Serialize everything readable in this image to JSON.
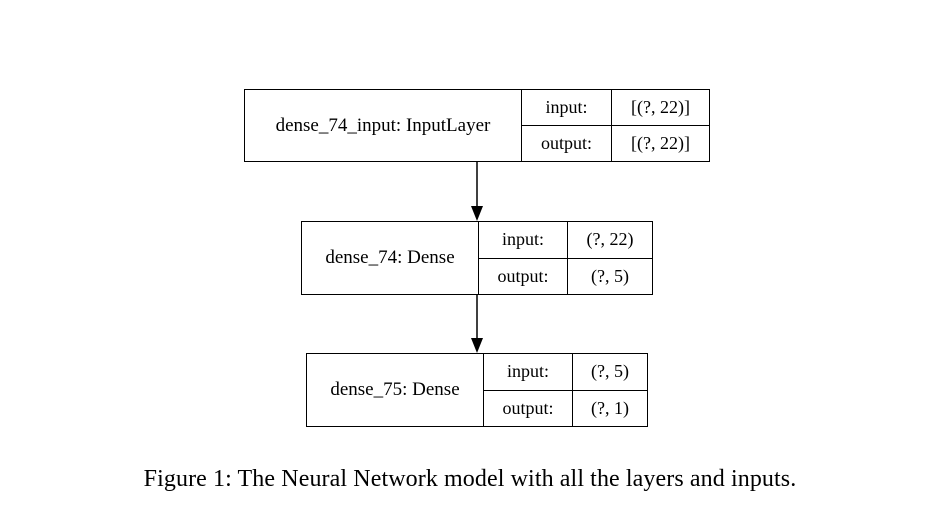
{
  "diagram": {
    "nodes": [
      {
        "name": "dense_74_input: InputLayer",
        "input_label": "input:",
        "output_label": "output:",
        "input_value": "[(?, 22)]",
        "output_value": "[(?, 22)]"
      },
      {
        "name": "dense_74: Dense",
        "input_label": "input:",
        "output_label": "output:",
        "input_value": "(?, 22)",
        "output_value": "(?, 5)"
      },
      {
        "name": "dense_75: Dense",
        "input_label": "input:",
        "output_label": "output:",
        "input_value": "(?, 5)",
        "output_value": "(?, 1)"
      }
    ],
    "edges": [
      {
        "from": 0,
        "to": 1
      },
      {
        "from": 1,
        "to": 2
      }
    ]
  },
  "caption": "Figure 1:  The Neural Network model with all the layers and inputs."
}
